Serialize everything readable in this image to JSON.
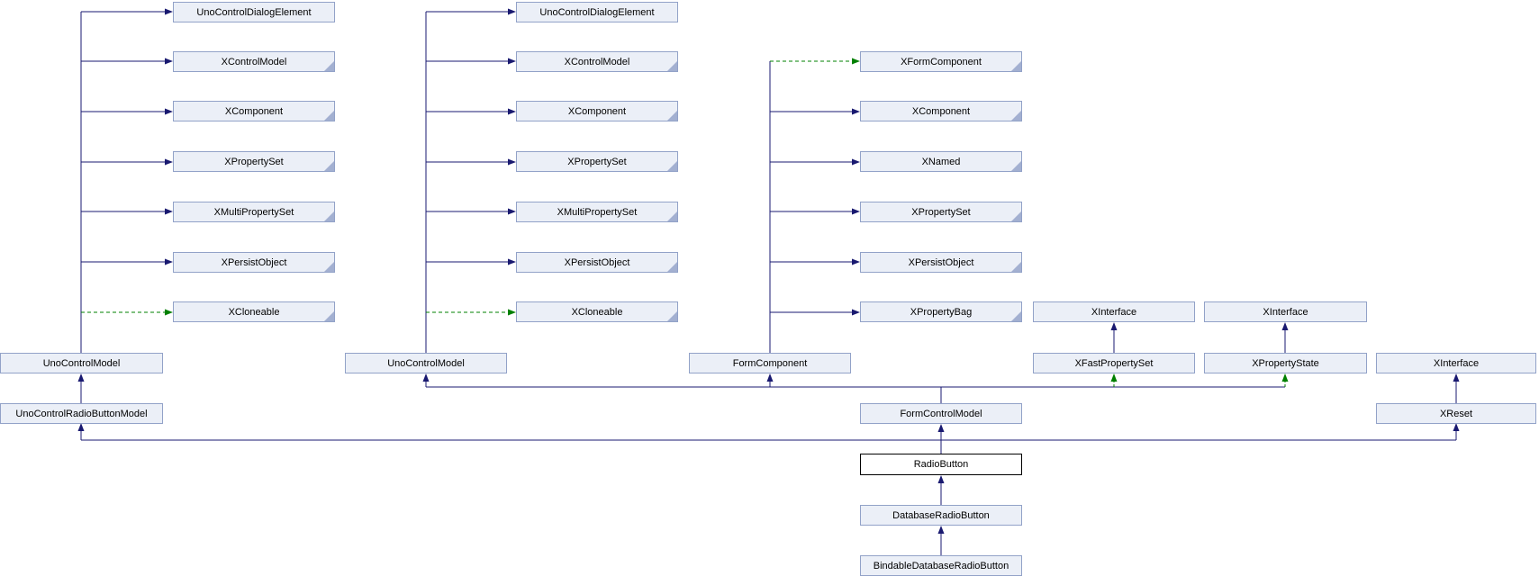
{
  "diagram": {
    "kind": "class-inheritance-graph",
    "colors": {
      "node_fill": "#ebeff7",
      "node_border": "#92a2c8",
      "fold_corner": "#a3b0d1",
      "current_node_fill": "#ffffff",
      "current_node_border": "#000000",
      "inherit_edge": "#191970",
      "usage_edge": "#008000",
      "background": "#ffffff"
    },
    "nodes": [
      {
        "label": "UnoControlDialogElement",
        "truncated": false,
        "current": false
      },
      {
        "label": "XControlModel",
        "truncated": true,
        "current": false
      },
      {
        "label": "XComponent",
        "truncated": true,
        "current": false
      },
      {
        "label": "XPropertySet",
        "truncated": true,
        "current": false
      },
      {
        "label": "XMultiPropertySet",
        "truncated": true,
        "current": false
      },
      {
        "label": "XPersistObject",
        "truncated": true,
        "current": false
      },
      {
        "label": "XCloneable",
        "truncated": true,
        "current": false
      },
      {
        "label": "UnoControlModel",
        "truncated": false,
        "current": false
      },
      {
        "label": "UnoControlRadioButtonModel",
        "truncated": false,
        "current": false
      },
      {
        "label": "UnoControlDialogElement",
        "truncated": false,
        "current": false
      },
      {
        "label": "XControlModel",
        "truncated": true,
        "current": false
      },
      {
        "label": "XComponent",
        "truncated": true,
        "current": false
      },
      {
        "label": "XPropertySet",
        "truncated": true,
        "current": false
      },
      {
        "label": "XMultiPropertySet",
        "truncated": true,
        "current": false
      },
      {
        "label": "XPersistObject",
        "truncated": true,
        "current": false
      },
      {
        "label": "XCloneable",
        "truncated": true,
        "current": false
      },
      {
        "label": "UnoControlModel",
        "truncated": false,
        "current": false
      },
      {
        "label": "XFormComponent",
        "truncated": true,
        "current": false
      },
      {
        "label": "XComponent",
        "truncated": true,
        "current": false
      },
      {
        "label": "XNamed",
        "truncated": true,
        "current": false
      },
      {
        "label": "XPropertySet",
        "truncated": true,
        "current": false
      },
      {
        "label": "XPersistObject",
        "truncated": true,
        "current": false
      },
      {
        "label": "XPropertyBag",
        "truncated": true,
        "current": false
      },
      {
        "label": "FormComponent",
        "truncated": false,
        "current": false
      },
      {
        "label": "XInterface",
        "truncated": false,
        "current": false
      },
      {
        "label": "XInterface",
        "truncated": false,
        "current": false
      },
      {
        "label": "XFastPropertySet",
        "truncated": false,
        "current": false
      },
      {
        "label": "XPropertyState",
        "truncated": false,
        "current": false
      },
      {
        "label": "XInterface",
        "truncated": false,
        "current": false
      },
      {
        "label": "FormControlModel",
        "truncated": false,
        "current": false
      },
      {
        "label": "XReset",
        "truncated": false,
        "current": false
      },
      {
        "label": "RadioButton",
        "truncated": false,
        "current": true
      },
      {
        "label": "DatabaseRadioButton",
        "truncated": false,
        "current": false
      },
      {
        "label": "BindableDatabaseRadioButton",
        "truncated": false,
        "current": false
      }
    ]
  }
}
